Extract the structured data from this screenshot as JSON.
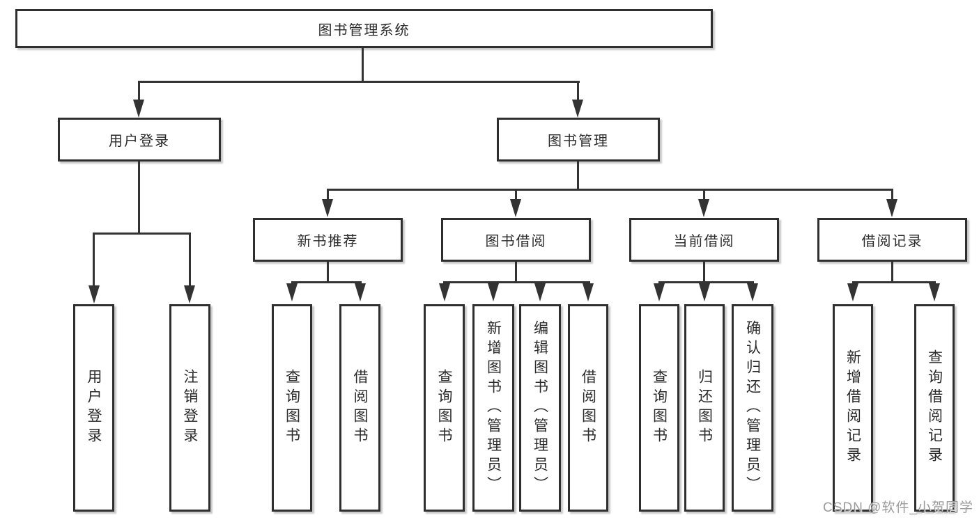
{
  "diagram": {
    "title": "图书管理系统",
    "level2": {
      "user_login": "用户登录",
      "book_mgmt": "图书管理"
    },
    "level3": {
      "new_books": "新书推荐",
      "borrowing": "图书借阅",
      "current": "当前借阅",
      "records": "借阅记录"
    },
    "leaves": {
      "user_login": [
        "用户登录",
        "注销登录"
      ],
      "new_books": [
        "查询图书",
        "借阅图书"
      ],
      "borrowing": [
        "查询图书",
        "新增图书（管理员）",
        "编辑图书（管理员）",
        "借阅图书"
      ],
      "current": [
        "查询图书",
        "归还图书",
        "确认归还（管理员）"
      ],
      "records": [
        "新增借阅记录",
        "查询借阅记录"
      ]
    }
  },
  "watermark": "CSDN @软件_小贺同学",
  "colors": {
    "line": "#333333",
    "box_border": "#2f2f2f",
    "box_fill": "#ffffff",
    "text": "#2b2b2b",
    "watermark": "#9b9b9b",
    "background": "#ffffff"
  }
}
